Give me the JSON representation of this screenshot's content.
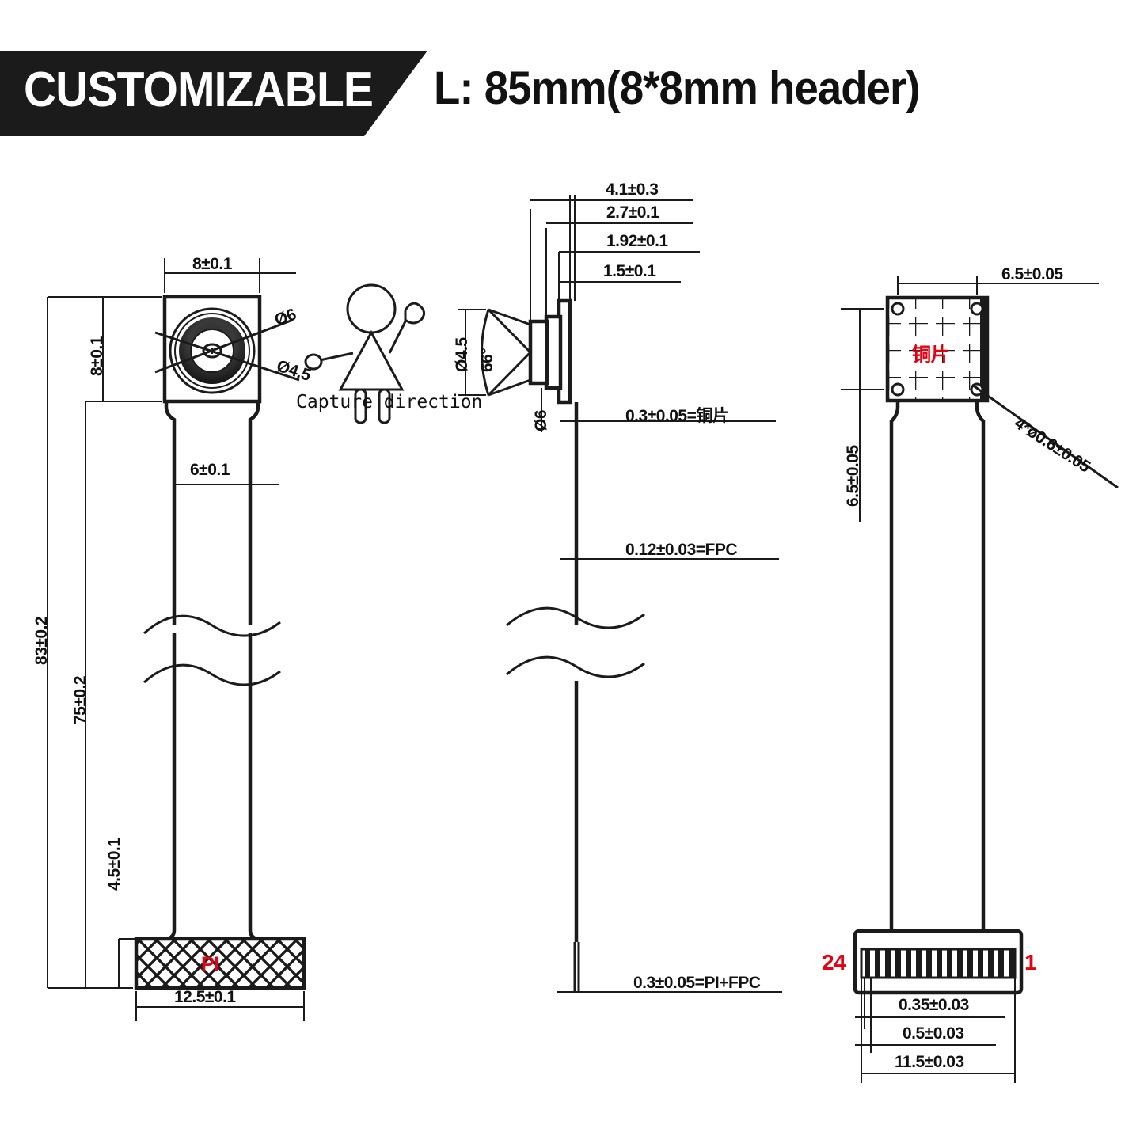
{
  "banner": {
    "tag": "CUSTOMIZABLE",
    "subtitle": "L: 85mm(8*8mm header)",
    "tag_bg": "#1b1b1b",
    "tag_color": "#ffffff"
  },
  "colors": {
    "line": "#1b1b1b",
    "annotation_red": "#e60012",
    "background": "#ffffff"
  },
  "views": {
    "front": {
      "name": "front-view",
      "dimensions": {
        "module_width": "8±0.1",
        "module_height": "8±0.1",
        "lens_outer_dia": "Ø6",
        "lens_inner_dia": "Ø4.5",
        "cable_width": "6±0.1",
        "total_length": "83±0.2",
        "cable_length": "75±0.2",
        "connector_height": "4.5±0.1",
        "connector_width": "12.5±0.1"
      },
      "labels": {
        "capture_direction": "Capture direction",
        "stiffener": "PI"
      }
    },
    "side": {
      "name": "side-view",
      "dimensions": {
        "total_stack": "4.1±0.3",
        "housing_stack": "2.7±0.1",
        "lens_stack": "1.92±0.1",
        "barrel_stack": "1.5±0.1",
        "lens_front_dia": "Ø4.5",
        "field_of_view": "66°",
        "lens_body_dia": "Ø6"
      },
      "callouts": {
        "copper": "0.3±0.05=铜片",
        "fpc": "0.12±0.03=FPC",
        "pi_fpc": "0.3±0.05=PI+FPC"
      }
    },
    "back": {
      "name": "back-view",
      "dimensions": {
        "board_width": "6.5±0.05",
        "board_height": "6.5±0.05",
        "mounting_holes": "4*ø0.6±0.05",
        "pin_width": "0.35±0.03",
        "pin_pitch": "0.5±0.03",
        "connector_span": "11.5±0.03"
      },
      "labels": {
        "copper_sheet": "铜片",
        "pin_last": "24",
        "pin_first": "1"
      }
    }
  }
}
